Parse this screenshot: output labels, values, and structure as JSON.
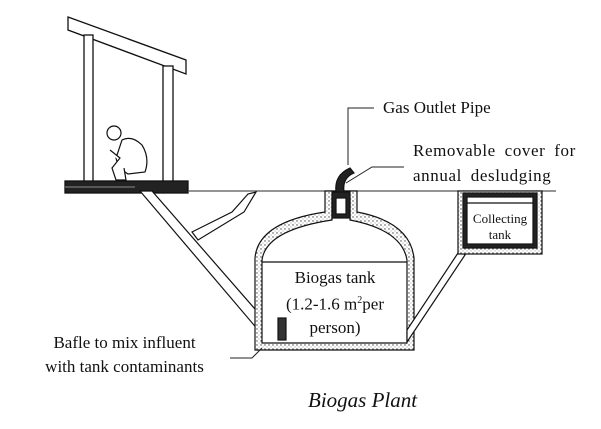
{
  "labels": {
    "gas_outlet": "Gas Outlet Pipe",
    "cover_line1": "Removable cover for",
    "cover_line2": "annual desludging",
    "collecting_line1": "Collecting",
    "collecting_line2": "tank",
    "tank_line1": "Biogas tank",
    "tank_line2_a": "(1.2-1.6 m",
    "tank_line2_sup": "2",
    "tank_line2_b": "per",
    "tank_line3": "person)",
    "bafle_line1": "Bafle to mix influent",
    "bafle_line2": "with tank contaminants"
  },
  "caption": "Biogas Plant",
  "colors": {
    "ink": "#111111",
    "fill": "#ffffff"
  }
}
